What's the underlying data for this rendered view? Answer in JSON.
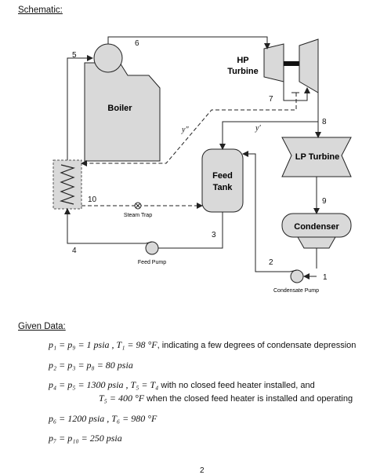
{
  "schematic": {
    "heading": "Schematic:",
    "boiler_label": "Boiler",
    "hp_turbine_label": [
      "HP",
      "Turbine"
    ],
    "lp_turbine_label": "LP Turbine",
    "feed_tank_label": [
      "Feed",
      "Tank"
    ],
    "condenser_label": "Condenser",
    "steam_trap_label": "Steam Trap",
    "feed_pump_label": "Feed Pump",
    "condensate_pump_label": "Condensate Pump",
    "state_points": [
      "1",
      "2",
      "3",
      "4",
      "5",
      "6",
      "7",
      "8",
      "9",
      "10"
    ],
    "fraction_labels": {
      "y_double_prime": "y\"",
      "y_prime": "y'"
    }
  },
  "given_data": {
    "heading": "Given Data:",
    "line1": {
      "expr": "p₁ = p₉ = 1 psia ,  T₁ = 98 °F",
      "note": ", indicating a few degrees of condensate depression"
    },
    "line2": {
      "expr": "p₂ = p₃ = p₈ = 80 psia"
    },
    "line3": {
      "expr": "p₄ = p₅ = 1300 psia ,  T₅ = T₄",
      "note": "with no closed feed heater installed, and"
    },
    "line4": {
      "expr": "T₅ = 400 °F",
      "note": "when the closed feed heater is installed and operating"
    },
    "line5": {
      "expr": "p₆ = 1200 psia ,  T₆ = 980 °F"
    },
    "line6": {
      "expr": "p₇ = p₁₀ = 250 psia"
    }
  },
  "page_number": "2",
  "colors": {
    "component_fill": "#d9d9d9",
    "line": "#222222"
  }
}
